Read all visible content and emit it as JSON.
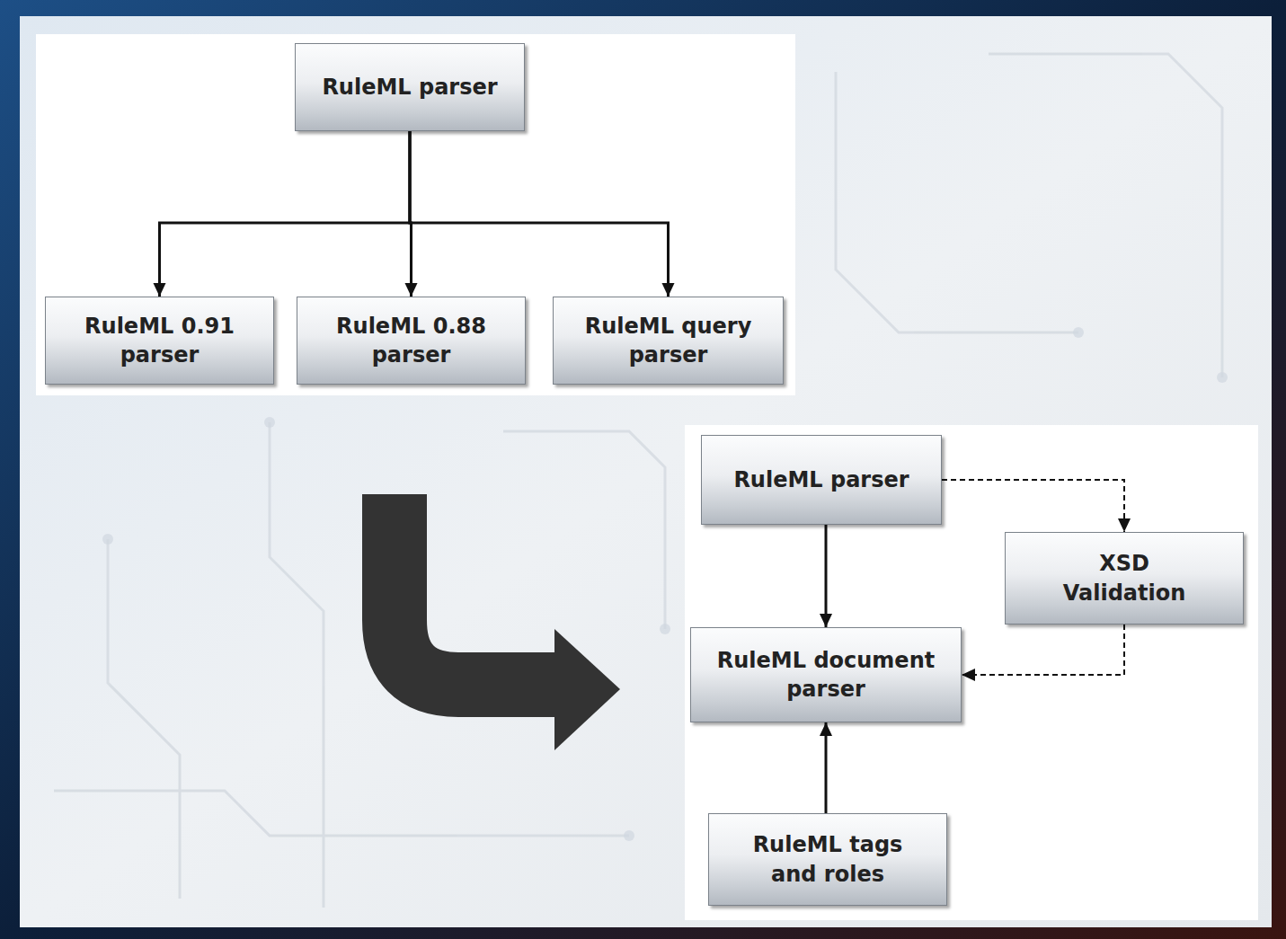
{
  "diagram": {
    "nodes": [
      {
        "text": [
          "RuleML parser"
        ]
      },
      {
        "text": [
          "RuleML 0.91 parser"
        ]
      },
      {
        "text": [
          "RuleML 0.88 parser"
        ]
      },
      {
        "text": [
          "RuleML query parser"
        ]
      },
      {
        "text": [
          "RuleML parser"
        ]
      },
      {
        "text": [
          "XSD Validation"
        ]
      },
      {
        "text": [
          "RuleML document parser"
        ]
      },
      {
        "text": [
          "RuleML tags and roles"
        ]
      }
    ],
    "edges": [
      {
        "from": 0,
        "to": 1,
        "arrow": "to"
      },
      {
        "from": 0,
        "to": 2,
        "arrow": "to"
      },
      {
        "from": 0,
        "to": 3,
        "arrow": "to"
      },
      {
        "from": 4,
        "to": 6,
        "arrow": "to"
      },
      {
        "from": 4,
        "to": 5,
        "arrow": "to"
      },
      {
        "from": 5,
        "to": 6,
        "arrow": "to"
      },
      {
        "from": 7,
        "to": 6,
        "arrow": "to"
      }
    ]
  }
}
